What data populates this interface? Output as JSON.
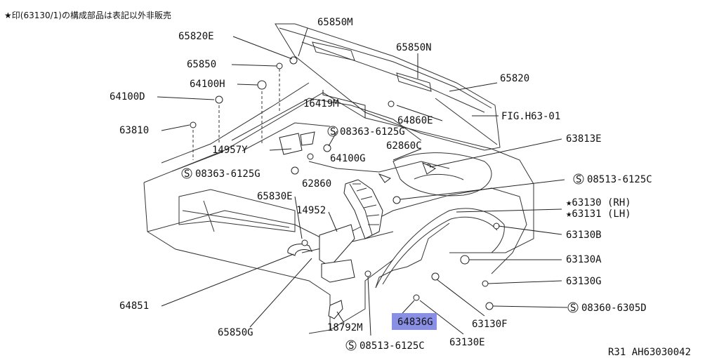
{
  "note": "★印(63130/1)の構成部品は表記以外非販売",
  "reference_code": "R31  AH63030042",
  "highlight_color": "#8a8fe6",
  "callouts": {
    "p65850M": "65850M",
    "p65820E": "65820E",
    "p65850N": "65850N",
    "p65850": "65850",
    "p65820": "65820",
    "p64100H": "64100H",
    "p64100D": "64100D",
    "p16419M": "16419M",
    "p64860E": "64860E",
    "pFIG": "FIG.H63-01",
    "p63810": "63810",
    "p08363a": "08363-6125G",
    "p14957Y": "14957Y",
    "p62860C": "62860C",
    "p63813E": "63813E",
    "p64100G": "64100G",
    "p08363b": "08363-6125G",
    "p08513c": "08513-6125C",
    "p62860": "62860",
    "p63130": "★63130 (RH)",
    "p63131": "★63131 (LH)",
    "p65830E": "65830E",
    "p14952": "14952",
    "p63130B": "63130B",
    "p63130A": "63130A",
    "p63130G": "63130G",
    "p64851": "64851",
    "p08360": "08360-6305D",
    "p65850G": "65850G",
    "p18792M": "18792M",
    "p64836G": "64836G",
    "p63130F": "63130F",
    "p63130E": "63130E",
    "p08513g": "08513-6125C"
  }
}
